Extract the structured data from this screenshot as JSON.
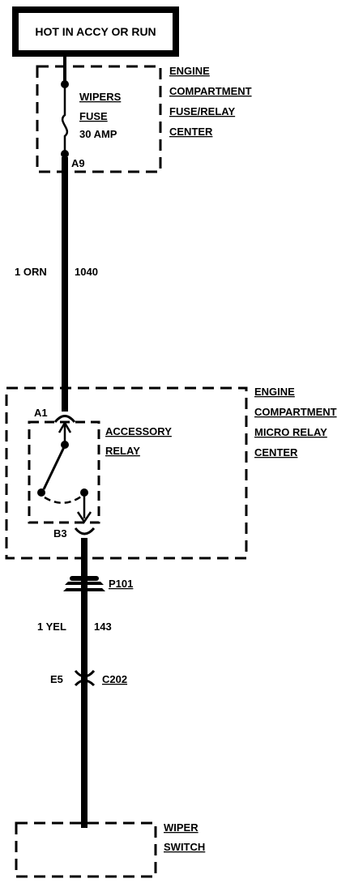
{
  "power_source": {
    "label": "HOT IN ACCY OR RUN"
  },
  "fuse_block": {
    "title_lines": [
      "ENGINE",
      "COMPARTMENT",
      "FUSE/RELAY",
      "CENTER"
    ],
    "fuse_name_lines": [
      "WIPERS",
      "FUSE"
    ],
    "fuse_rating": "30 AMP",
    "output_terminal": "A9"
  },
  "wire_upper": {
    "gauge_color": "1 ORN",
    "circuit": "1040"
  },
  "relay_center": {
    "title_lines": [
      "ENGINE",
      "COMPARTMENT",
      "MICRO RELAY",
      "CENTER"
    ],
    "relay_name_lines": [
      "ACCESSORY",
      "RELAY"
    ],
    "input_terminal": "A1",
    "output_terminal": "B3"
  },
  "connector_p101": {
    "label": "P101"
  },
  "wire_lower": {
    "gauge_color": "1 YEL",
    "circuit": "143"
  },
  "connector_c202": {
    "pin": "E5",
    "label": "C202"
  },
  "wiper_switch": {
    "title_lines": [
      "WIPER",
      "SWITCH"
    ]
  }
}
